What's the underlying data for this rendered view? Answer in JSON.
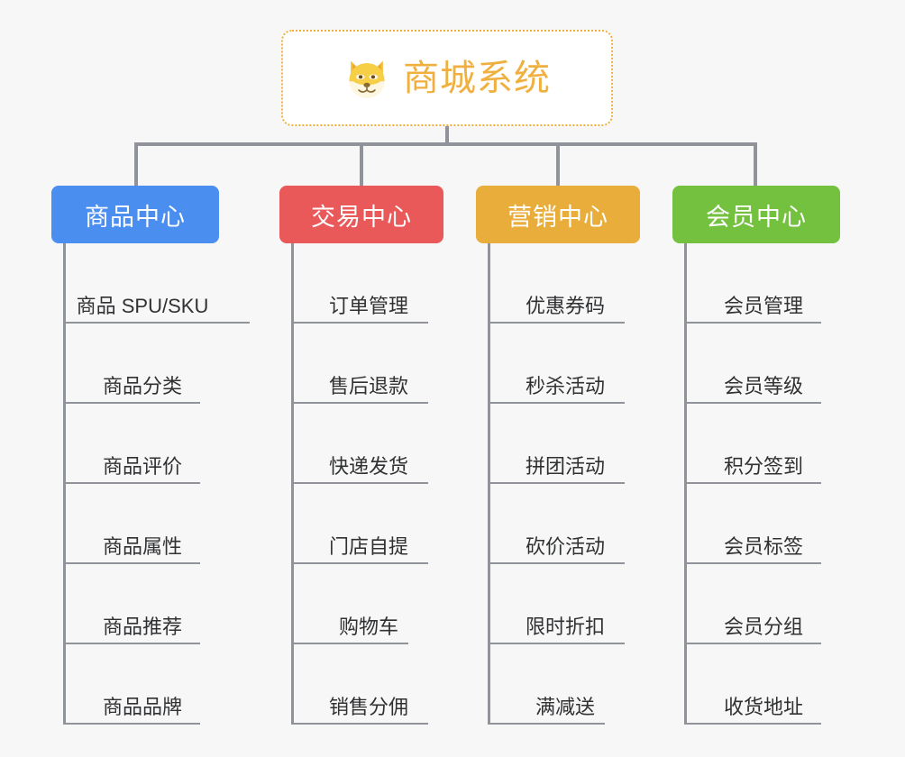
{
  "page": {
    "background_color": "#f7f7f7",
    "line_color": "#909399",
    "text_color": "#303133"
  },
  "root": {
    "title": "商城系统",
    "icon": "dog-face-emoji",
    "accent_color": "#f0b040",
    "border_style": "dotted",
    "background_color": "#ffffff"
  },
  "columns": [
    {
      "header": "商品中心",
      "color": "#4a8ef0",
      "items": [
        "商品 SPU/SKU",
        "商品分类",
        "商品评价",
        "商品属性",
        "商品推荐",
        "商品品牌"
      ]
    },
    {
      "header": "交易中心",
      "color": "#e9595a",
      "items": [
        "订单管理",
        "售后退款",
        "快递发货",
        "门店自提",
        "购物车",
        "销售分佣"
      ]
    },
    {
      "header": "营销中心",
      "color": "#e9ad3c",
      "items": [
        "优惠券码",
        "秒杀活动",
        "拼团活动",
        "砍价活动",
        "限时折扣",
        "满减送"
      ]
    },
    {
      "header": "会员中心",
      "color": "#73c13f",
      "items": [
        "会员管理",
        "会员等级",
        "积分签到",
        "会员标签",
        "会员分组",
        "收货地址"
      ]
    }
  ]
}
